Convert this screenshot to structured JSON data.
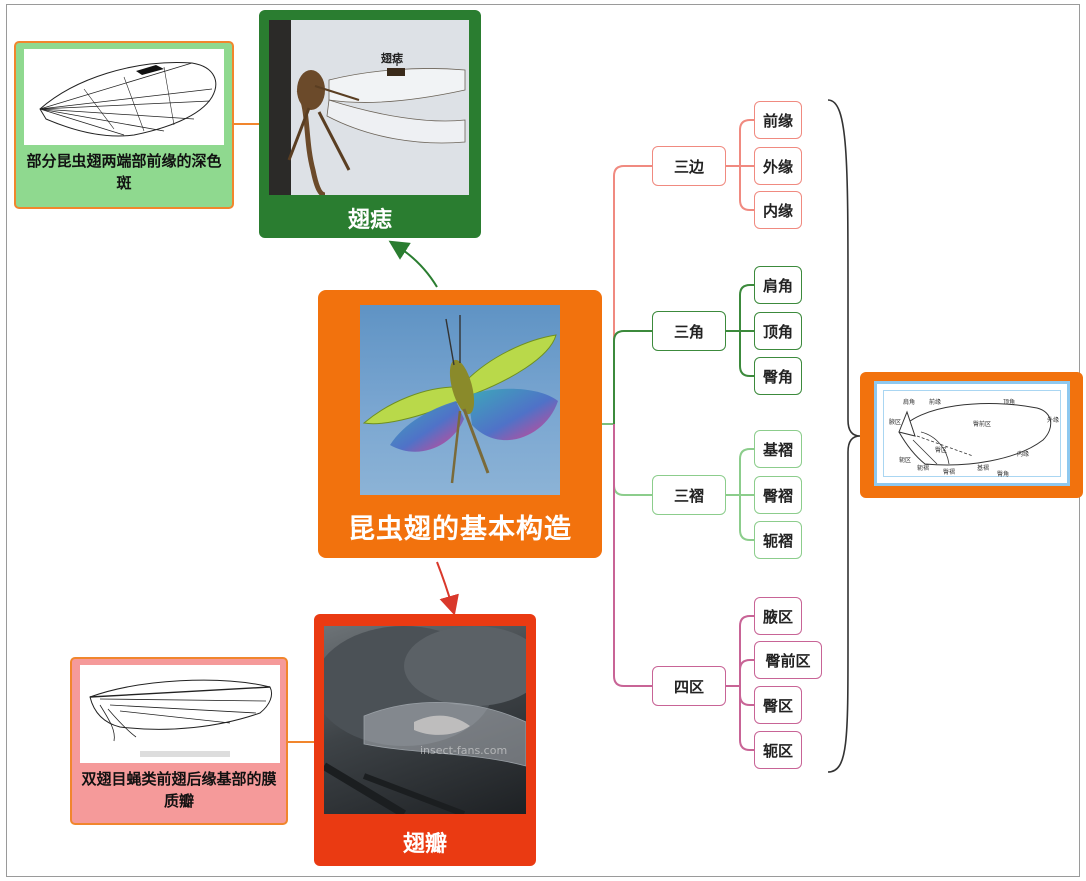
{
  "central": {
    "title": "昆虫翅的基本构造"
  },
  "top_card": {
    "title": "翅痣",
    "photo_label": "翅痣"
  },
  "top_note": {
    "text": "部分昆虫翅两端部前缘的深色斑"
  },
  "bottom_card": {
    "title": "翅瓣",
    "watermark": "insect-fans.com"
  },
  "bottom_note": {
    "text": "双翅目蝇类前翅后缘基部的膜质瓣"
  },
  "branches": [
    {
      "label": "三边",
      "color": "#f08a80",
      "children": [
        "前缘",
        "外缘",
        "内缘"
      ]
    },
    {
      "label": "三角",
      "color": "#3c8a3c",
      "children": [
        "肩角",
        "顶角",
        "臀角"
      ]
    },
    {
      "label": "三褶",
      "color": "#8ccd8c",
      "children": [
        "基褶",
        "臀褶",
        "轭褶"
      ]
    },
    {
      "label": "四区",
      "color": "#c86496",
      "children": [
        "腋区",
        "臀前区",
        "臀区",
        "轭区"
      ]
    }
  ],
  "wing_diagram_labels": {
    "front_left": "肩角",
    "front": "前缘",
    "top_right": "顶角",
    "base": "腋区",
    "middle": "臀前区",
    "hind": "臀区",
    "lower_left": "轭区",
    "apex": "外缘",
    "inner": "内缘",
    "jugal_fold": "轭褶",
    "anal_fold": "臀褶",
    "basal_fold": "基褶",
    "anal_angle": "臀角"
  },
  "colors": {
    "central": "#f2720d",
    "top_card": "#2a7d30",
    "bottom_card": "#ea3a12",
    "top_note": "#8fd98f",
    "bottom_note": "#f59a9a",
    "arrow_green": "#2a7d30",
    "arrow_red": "#d9382b"
  }
}
